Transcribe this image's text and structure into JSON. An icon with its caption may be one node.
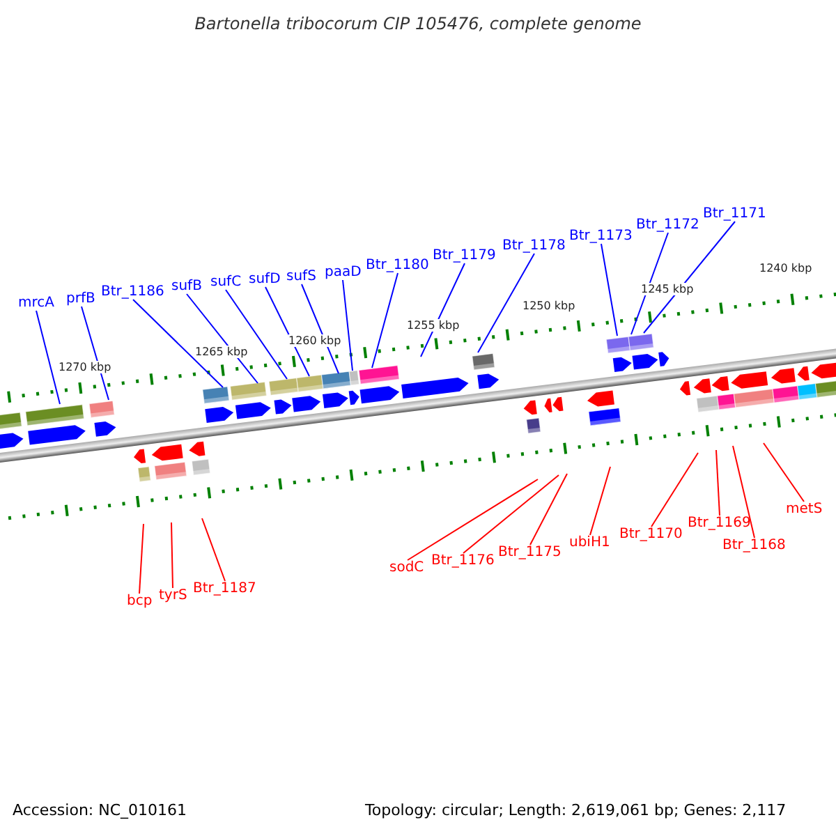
{
  "diagram": {
    "title": "Bartonella tribocorum CIP 105476, complete genome",
    "nodes": [
      {
        "text": [
          "mrcA"
        ]
      },
      {
        "text": [
          "prfB"
        ]
      },
      {
        "text": [
          "Btr_1186"
        ]
      },
      {
        "text": [
          "sufB"
        ]
      },
      {
        "text": [
          "sufC"
        ]
      },
      {
        "text": [
          "sufD"
        ]
      },
      {
        "text": [
          "sufS"
        ]
      },
      {
        "text": [
          "paaD"
        ]
      },
      {
        "text": [
          "Btr_1180"
        ]
      },
      {
        "text": [
          "Btr_1179"
        ]
      },
      {
        "text": [
          "Btr_1178"
        ]
      },
      {
        "text": [
          "Btr_1173"
        ]
      },
      {
        "text": [
          "Btr_1172"
        ]
      },
      {
        "text": [
          "Btr_1171"
        ]
      },
      {
        "text": [
          "metS"
        ]
      },
      {
        "text": [
          "Btr_1170"
        ]
      },
      {
        "text": [
          "Btr_1169"
        ]
      },
      {
        "text": [
          "ubiH1"
        ]
      },
      {
        "text": [
          "Btr_1175"
        ]
      },
      {
        "text": [
          "Btr_1168"
        ]
      },
      {
        "text": [
          "Btr_1176"
        ]
      },
      {
        "text": [
          "sodC"
        ]
      },
      {
        "text": [
          "Btr_1187"
        ]
      },
      {
        "text": [
          "tyrS"
        ]
      },
      {
        "text": [
          "bcp"
        ]
      }
    ],
    "edges": [
      {
        "from": 0,
        "to": null,
        "arrow": "none"
      },
      {
        "from": 1,
        "to": null,
        "arrow": "none"
      },
      {
        "from": 2,
        "to": null,
        "arrow": "none"
      },
      {
        "from": 3,
        "to": null,
        "arrow": "none"
      },
      {
        "from": 4,
        "to": null,
        "arrow": "none"
      },
      {
        "from": 5,
        "to": null,
        "arrow": "none"
      },
      {
        "from": 6,
        "to": null,
        "arrow": "none"
      },
      {
        "from": 7,
        "to": null,
        "arrow": "none"
      },
      {
        "from": 8,
        "to": null,
        "arrow": "none"
      },
      {
        "from": 9,
        "to": null,
        "arrow": "none"
      },
      {
        "from": 10,
        "to": null,
        "arrow": "none"
      },
      {
        "from": 11,
        "to": null,
        "arrow": "none"
      },
      {
        "from": 12,
        "to": null,
        "arrow": "none"
      },
      {
        "from": 13,
        "to": null,
        "arrow": "none"
      },
      {
        "from": 14,
        "to": null,
        "arrow": "none",
        "color": "#ff0000"
      },
      {
        "from": 15,
        "to": null,
        "arrow": "none",
        "color": "#ff0000"
      },
      {
        "from": 16,
        "to": null,
        "arrow": "none",
        "color": "#ff0000"
      },
      {
        "from": 17,
        "to": null,
        "arrow": "none",
        "color": "#ff0000"
      },
      {
        "from": 18,
        "to": null,
        "arrow": "none",
        "color": "#ff0000"
      },
      {
        "from": 19,
        "to": null,
        "arrow": "none",
        "color": "#ff0000"
      },
      {
        "from": 20,
        "to": null,
        "arrow": "none",
        "color": "#ff0000"
      },
      {
        "from": 21,
        "to": null,
        "arrow": "none",
        "color": "#ff0000"
      },
      {
        "from": 22,
        "to": null,
        "arrow": "none",
        "color": "#ff0000"
      },
      {
        "from": 23,
        "to": null,
        "arrow": "none",
        "color": "#ff0000"
      },
      {
        "from": 24,
        "to": null,
        "arrow": "none",
        "color": "#ff0000"
      }
    ],
    "labels": [
      "1240 kbp",
      "1245 kbp",
      "1250 kbp",
      "1255 kbp",
      "1260 kbp",
      "1265 kbp",
      "1270 kbp",
      "Accession: NC_010161",
      "Topology: circular; Length: 2,619,061 bp; Genes: 2,117"
    ]
  }
}
